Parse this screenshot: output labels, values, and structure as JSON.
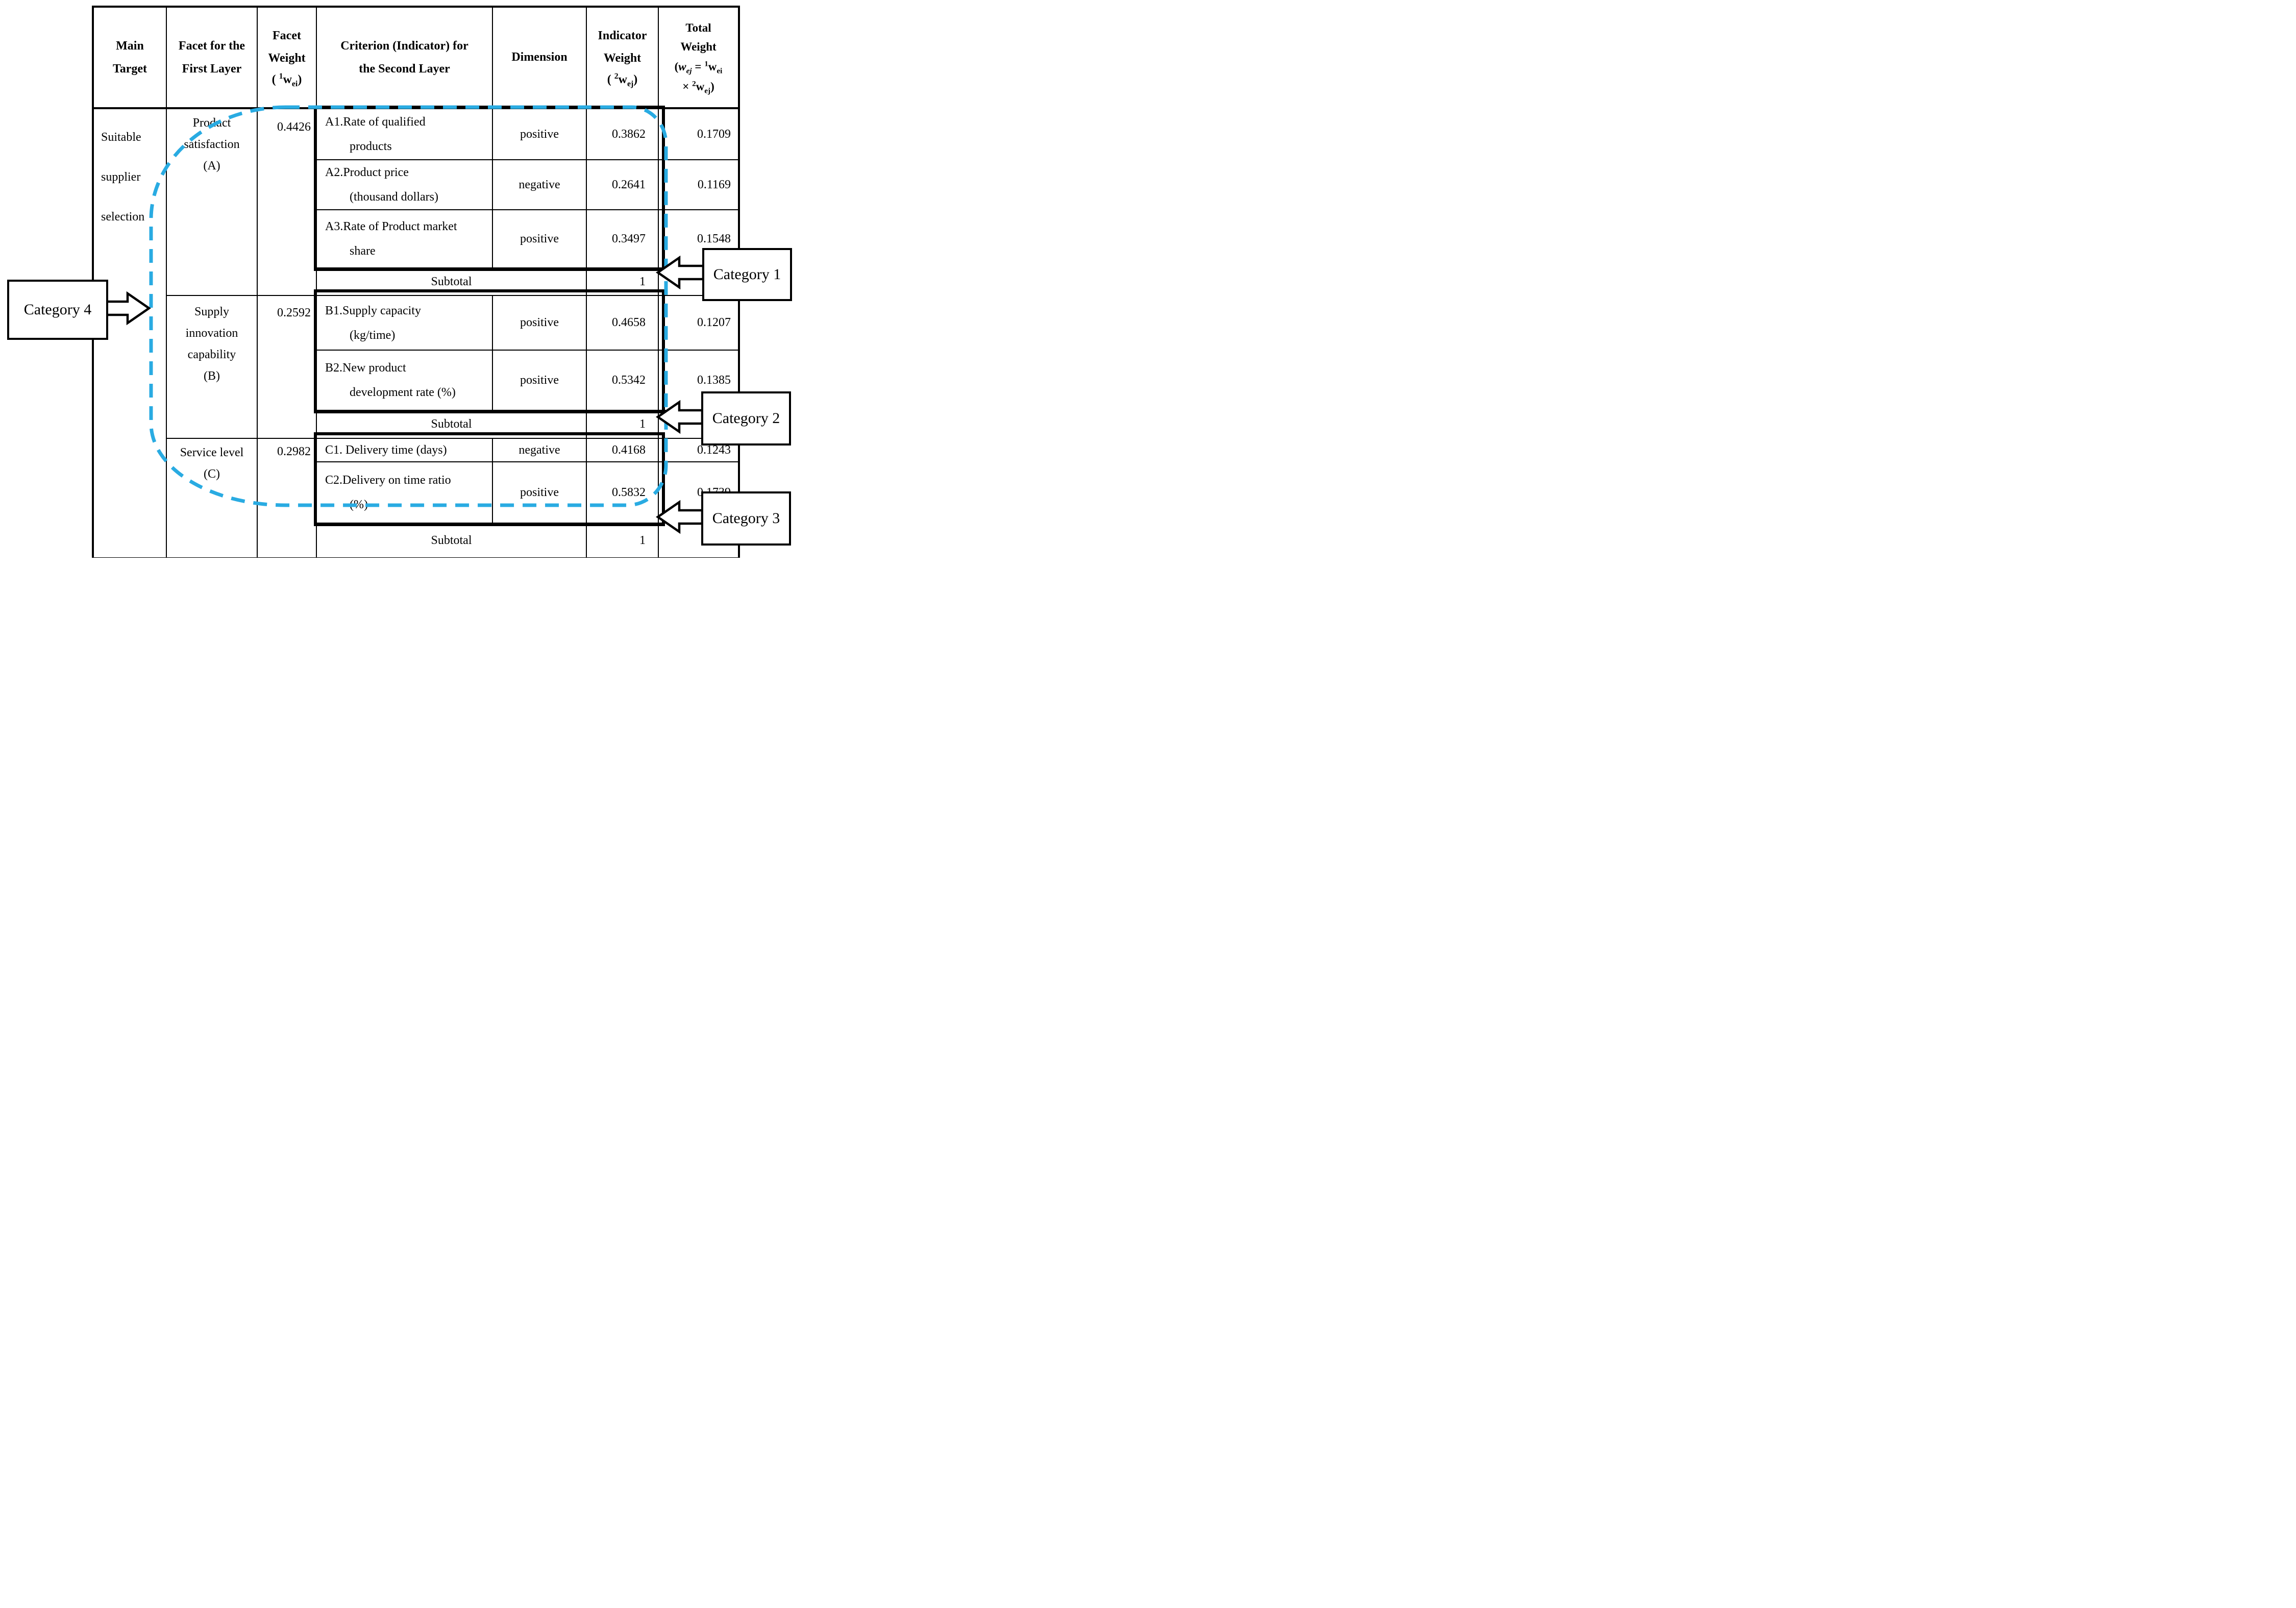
{
  "figure": {
    "accent_color": "#29ABE2"
  },
  "table": {
    "header": {
      "main_target": {
        "l1": "Main",
        "l2": "Target"
      },
      "facet_first_layer": {
        "l1": "Facet for the",
        "l2": "First Layer"
      },
      "facet_weight": {
        "l1": "Facet",
        "l2": "Weight",
        "open": "( ",
        "sup": "1",
        "base": "w",
        "sub": "ei",
        "close": ")"
      },
      "criterion": {
        "l1": "Criterion (Indicator) for",
        "l2": "the Second Layer"
      },
      "dimension": "Dimension",
      "indicator_weight": {
        "l1": "Indicator",
        "l2": "Weight",
        "open": "( ",
        "sup": "2",
        "base": "w",
        "sub": "ej",
        "close": ")"
      },
      "total_weight": {
        "l1": "Total",
        "l2": "Weight",
        "open": "(",
        "w_italic": "w",
        "w_italic_sub": "ej",
        "eq": " = ",
        "sup1": "1",
        "base1": "w",
        "sub1": "ei",
        "times": "× ",
        "sup2": "2",
        "base2": "w",
        "sub2": "ej",
        "close": ")"
      }
    },
    "main_target": {
      "l1": "Suitable",
      "l2": "supplier",
      "l3": "selection"
    },
    "sections": [
      {
        "facet": {
          "l1": "Product",
          "l2": "satisfaction",
          "l3": "(A)",
          "l4": ""
        },
        "facet_weight": "0.4426",
        "rows": [
          {
            "criterion_l1": "A1.Rate of qualified",
            "criterion_l2": "products",
            "dimension": "positive",
            "indicator_weight": "0.3862",
            "total_weight": "0.1709"
          },
          {
            "criterion_l1": "A2.Product price",
            "criterion_l2": "(thousand dollars)",
            "dimension": "negative",
            "indicator_weight": "0.2641",
            "total_weight": "0.1169"
          },
          {
            "criterion_l1": "A3.Rate of Product market",
            "criterion_l2": "share",
            "dimension": "positive",
            "indicator_weight": "0.3497",
            "total_weight": "0.1548"
          }
        ],
        "subtotal": {
          "label": "Subtotal",
          "indicator_weight": "1",
          "total_weight": "---"
        }
      },
      {
        "facet": {
          "l1": "Supply",
          "l2": "innovation",
          "l3": "capability",
          "l4": "(B)"
        },
        "facet_weight": "0.2592",
        "rows": [
          {
            "criterion_l1": "B1.Supply capacity",
            "criterion_l2": "(kg/time)",
            "dimension": "positive",
            "indicator_weight": "0.4658",
            "total_weight": "0.1207"
          },
          {
            "criterion_l1": "B2.New product",
            "criterion_l2": "development rate (%)",
            "dimension": "positive",
            "indicator_weight": "0.5342",
            "total_weight": "0.1385"
          }
        ],
        "subtotal": {
          "label": "Subtotal",
          "indicator_weight": "1",
          "total_weight": "---"
        }
      },
      {
        "facet": {
          "l1": "Service level",
          "l2": "(C)",
          "l3": "",
          "l4": ""
        },
        "facet_weight": "0.2982",
        "rows": [
          {
            "criterion_l1": "C1. Delivery time (days)",
            "criterion_l2": "",
            "dimension": "negative",
            "indicator_weight": "0.4168",
            "total_weight": "0.1243"
          },
          {
            "criterion_l1": "C2.Delivery on time ratio",
            "criterion_l2": "(%)",
            "dimension": "positive",
            "indicator_weight": "0.5832",
            "total_weight": "0.1739"
          }
        ],
        "subtotal": {
          "label": "Subtotal",
          "indicator_weight": "1",
          "total_weight": "---"
        }
      }
    ]
  },
  "callouts": {
    "c1": "Category 1",
    "c2": "Category 2",
    "c3": "Category 3",
    "c4": "Category 4"
  }
}
